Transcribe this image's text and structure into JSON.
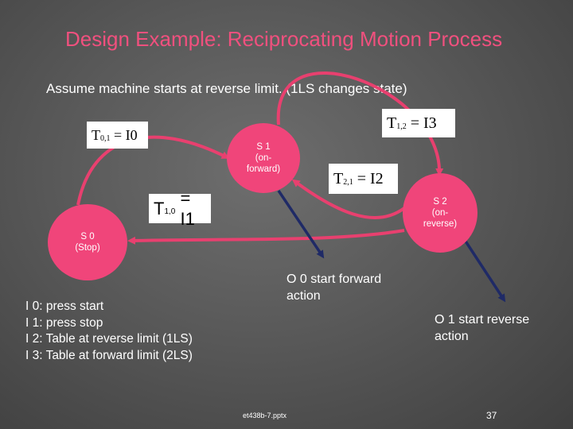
{
  "title": "Design Example:  Reciprocating Motion Process",
  "subtitle": "Assume machine starts at reverse limit. (1LS changes state)",
  "states": {
    "s1": {
      "line1": "S 1",
      "line2": "(on-",
      "line3": "forward)"
    },
    "s2": {
      "line1": "S 2",
      "line2": "(on-",
      "line3": "reverse)"
    },
    "s0": {
      "line1": "S 0",
      "line2": "(Stop)"
    }
  },
  "transitions": {
    "t01": {
      "base": "T",
      "sub": "0,1",
      "rhs": "= I0"
    },
    "t12": {
      "base": "T",
      "sub": "1,2",
      "rhs": "= I3"
    },
    "t21": {
      "base": "T",
      "sub": "2,1",
      "rhs": "= I2"
    },
    "t10": {
      "base": "T",
      "sub": "1,0",
      "rhs": "= I1"
    }
  },
  "outputs": {
    "o0": {
      "line1": "O 0 start forward",
      "line2": "action"
    },
    "o1": {
      "line1": "O 1 start reverse",
      "line2": "action"
    }
  },
  "legend": [
    "I 0: press start",
    "I 1: press stop",
    "I 2: Table at reverse limit (1LS)",
    "I 3: Table at forward limit (2LS)"
  ],
  "footer": {
    "file": "et438b-7.pptx",
    "page": "37"
  },
  "colors": {
    "state": "#f0457a",
    "title": "#f0507e",
    "arrow": "#e8406f",
    "output_arrow": "#1f2a66"
  }
}
